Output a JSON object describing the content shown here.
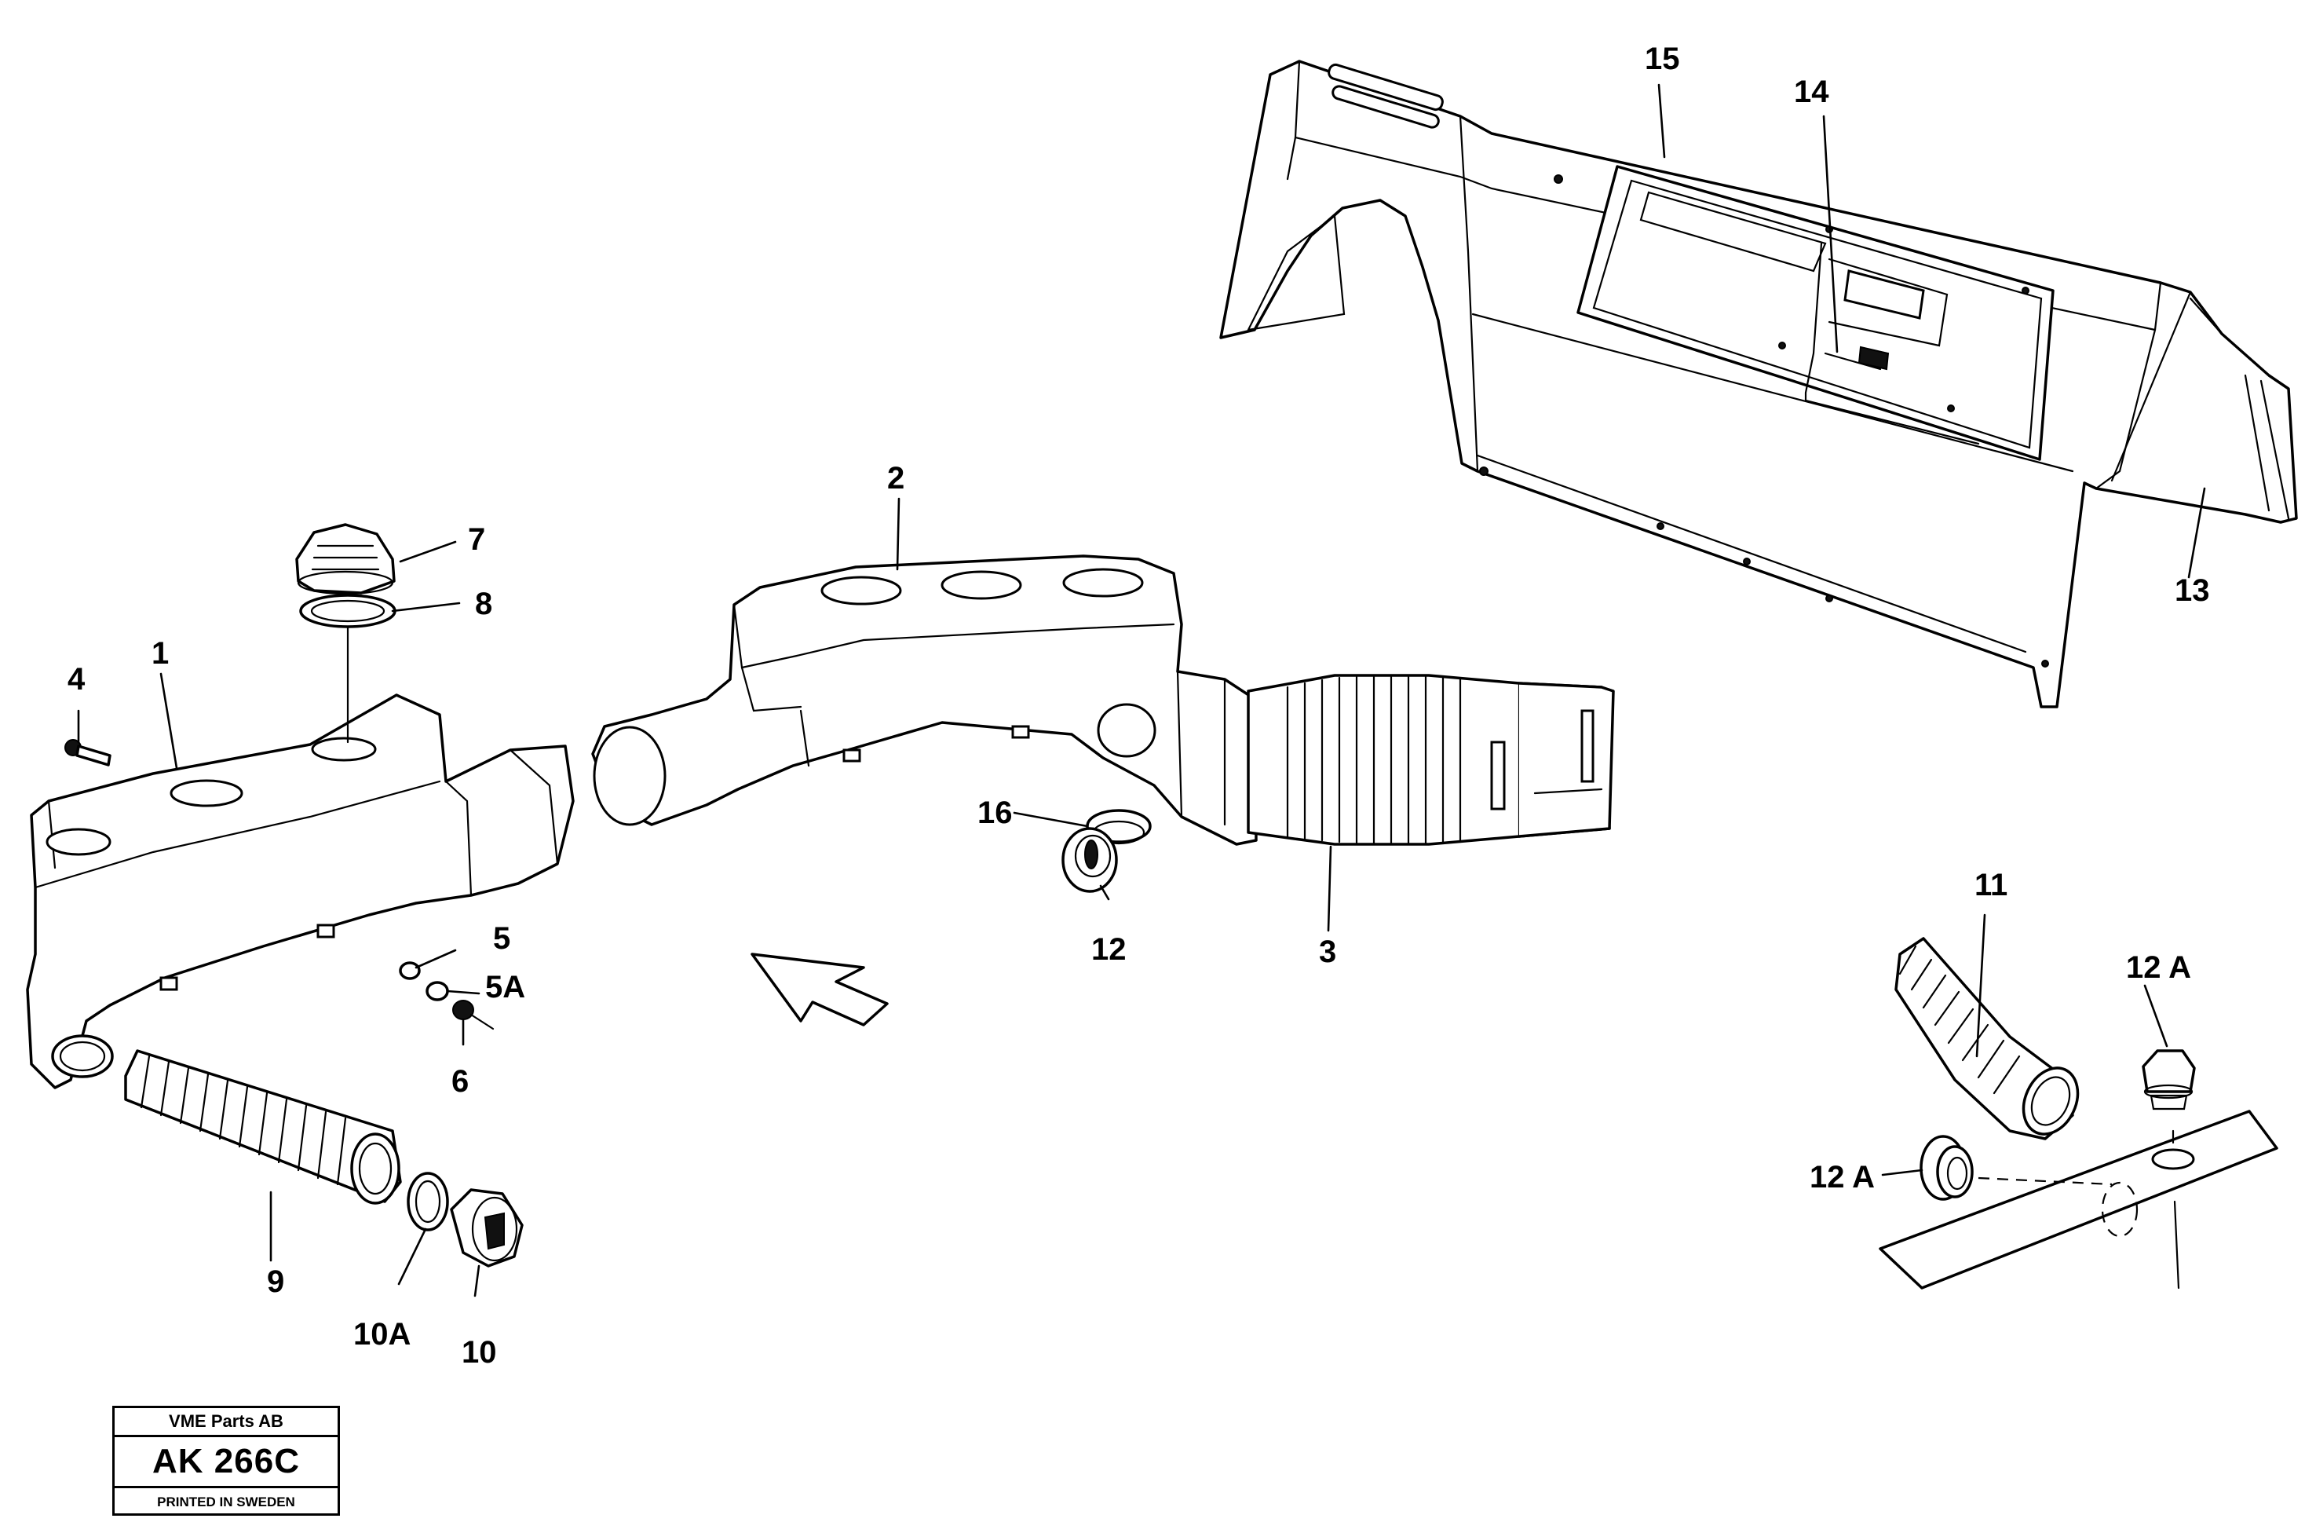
{
  "labels": {
    "p1": "1",
    "p2": "2",
    "p3": "3",
    "p4": "4",
    "p5": "5",
    "p5a": "5A",
    "p6": "6",
    "p7": "7",
    "p8": "8",
    "p9": "9",
    "p10": "10",
    "p10a": "10A",
    "p11": "11",
    "p12": "12",
    "p12a_top": "12 A",
    "p12a_bottom": "12 A",
    "p13": "13",
    "p14": "14",
    "p15": "15",
    "p16": "16"
  },
  "stamp": {
    "company": "VME Parts AB",
    "code": "AK 266C",
    "printed": "PRINTED IN SWEDEN"
  }
}
